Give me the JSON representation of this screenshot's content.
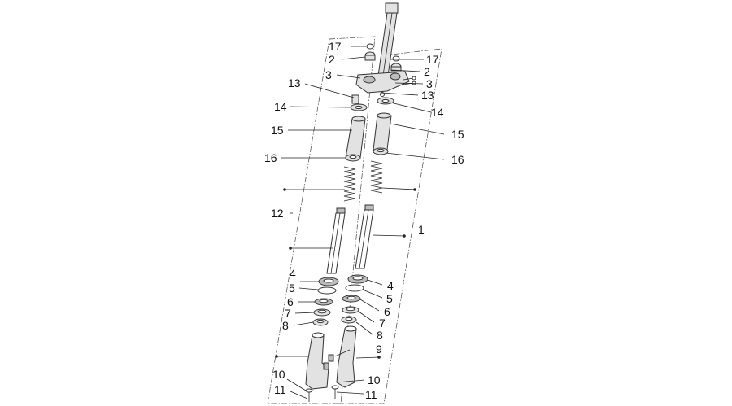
{
  "diagram": {
    "callouts": {
      "c17l": "17",
      "c2l": "2",
      "c3l": "3",
      "c13l": "13",
      "c14l": "14",
      "c15l": "15",
      "c16l": "16",
      "c12": "12",
      "c4l": "4",
      "c5l": "5",
      "c6l": "6",
      "c7l": "7",
      "c8l": "8",
      "c10l": "10",
      "c11l": "11",
      "c17r": "17",
      "c2r": "2",
      "c3r": "3",
      "c13r": "13",
      "c14r": "14",
      "c15r": "15",
      "c16r": "16",
      "c1": "1",
      "c4r": "4",
      "c5r": "5",
      "c6r": "6",
      "c7r": "7",
      "c8r": "8",
      "c9": "9",
      "c10r": "10",
      "c11r": "11"
    },
    "colors": {
      "line": "#222222",
      "part_fill": "#e2e2e2",
      "dark_fill": "#bdbdbd",
      "background": "#ffffff"
    }
  }
}
